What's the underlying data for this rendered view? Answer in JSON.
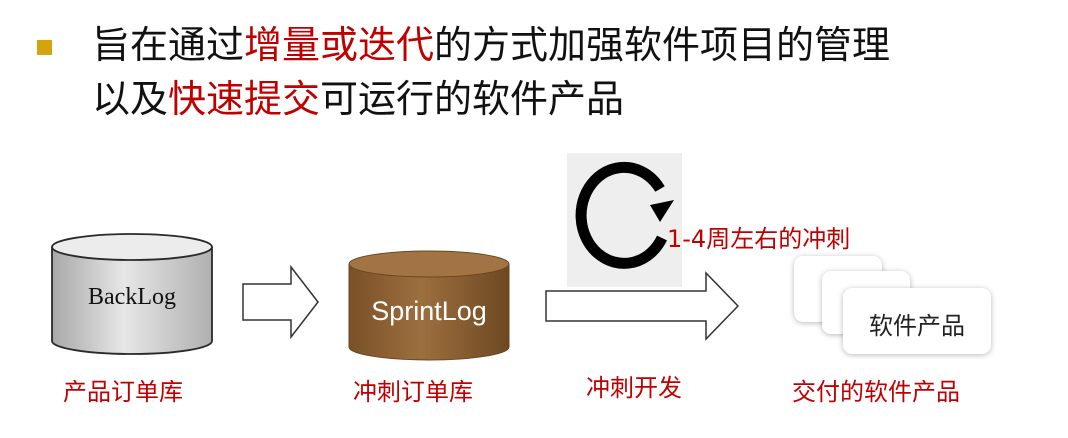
{
  "headline": {
    "line1": {
      "part1": "旨在通过",
      "highlight1": "增量或迭代",
      "part2": "的方式加强软件项目的管理"
    },
    "line2": {
      "part1": "以及",
      "highlight2": "快速提交",
      "part2": "可运行的软件产品"
    }
  },
  "diagram": {
    "backlog": {
      "cylinder_text": "BackLog",
      "caption": "产品订单库"
    },
    "sprintlog": {
      "cylinder_text": "SprintLog",
      "caption": "冲刺订单库"
    },
    "sprint": {
      "cycle_label": "1-4周左右的冲刺",
      "caption": "冲刺开发"
    },
    "product": {
      "card_text": "软件产品",
      "caption": "交付的软件产品"
    }
  },
  "colors": {
    "highlight": "#c00000",
    "bullet": "#d4a40f",
    "sprintlog_fill": "#8b6232",
    "backlog_fill": "#cfcfcf"
  }
}
